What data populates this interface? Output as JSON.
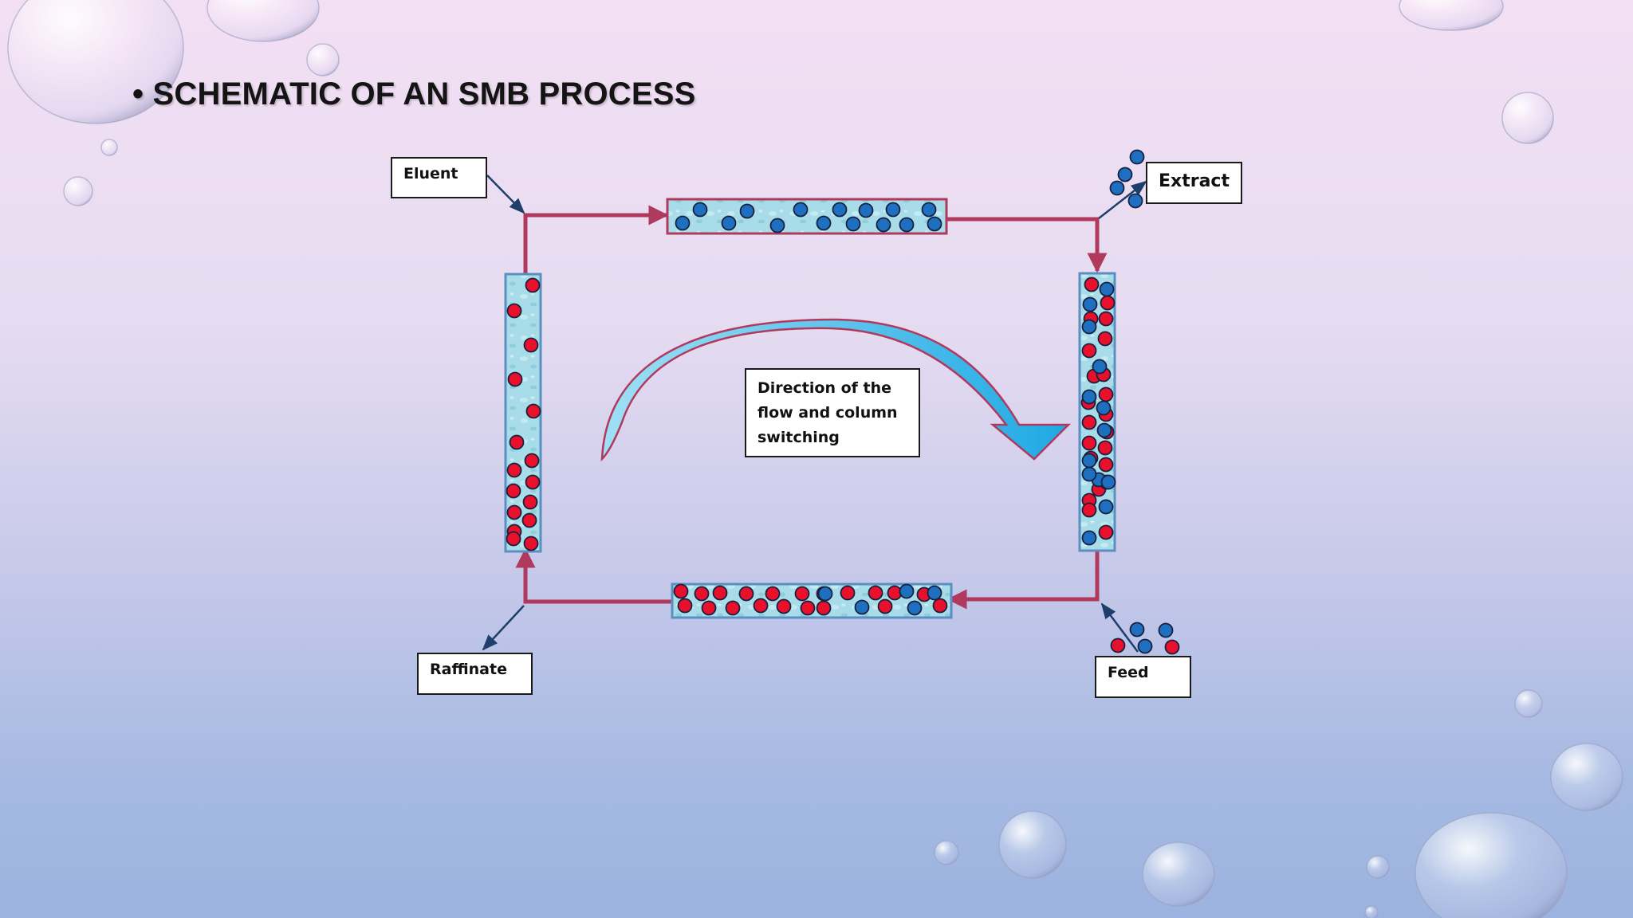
{
  "slide": {
    "title_bullet": "•",
    "title": "SCHEMATIC OF AN SMB PROCESS"
  },
  "labels": {
    "eluent": "Eluent",
    "extract": "Extract",
    "raffinate": "Raffinate",
    "feed": "Feed",
    "flow_line1": "Direction of the",
    "flow_line2": "flow and column",
    "flow_line3": "switching"
  },
  "colors": {
    "pipe": "#b03a5e",
    "column_fill": "#a8dce8",
    "column_border": "#5b8fc0",
    "particle_red": "#e8102a",
    "particle_blue": "#1f6fc0",
    "particle_outline": "#17213f",
    "curved_arrow": "#29aee6",
    "label_arrow": "#1f3f6b"
  }
}
